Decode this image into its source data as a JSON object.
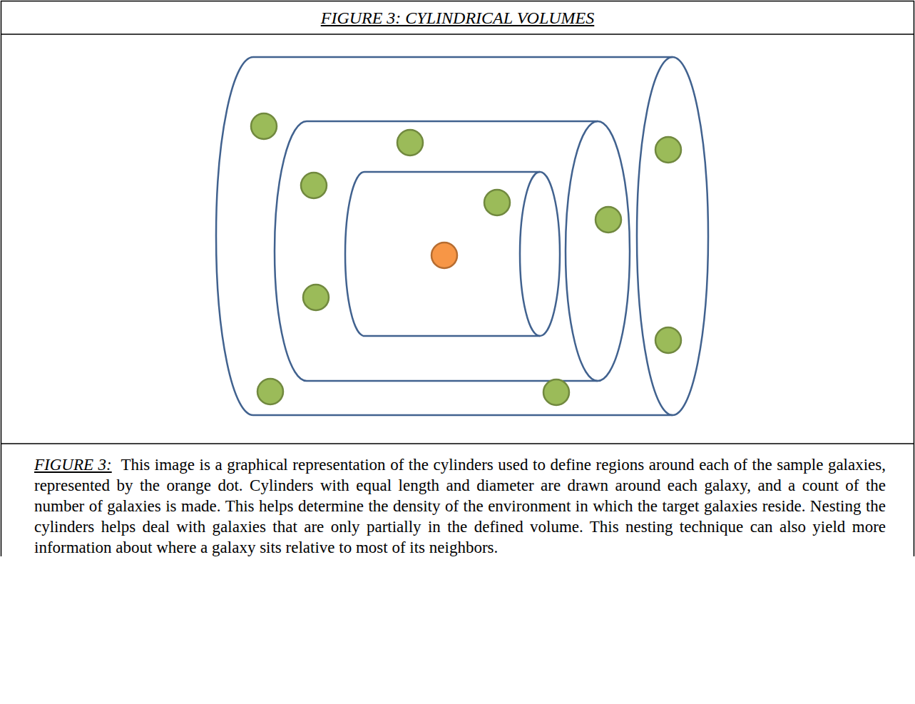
{
  "diagram": {
    "title": "FIGURE 3:  CYLINDRICAL VOLUMES",
    "caption": "This image is a graphical representation of the cylinders used to define regions around each of the sample galaxies, represented by the orange dot. Cylinders with equal length and diameter are drawn around each galaxy, and a count of the number of galaxies is made. This helps determine the density of the environment in which the target galaxies reside. Nesting the cylinders helps deal with galaxies that are only partially in the defined volume. This nesting technique can also yield more information about where a galaxy sits relative to most of its neighbors.",
    "labels": [
      "FIGURE 3:"
    ]
  }
}
